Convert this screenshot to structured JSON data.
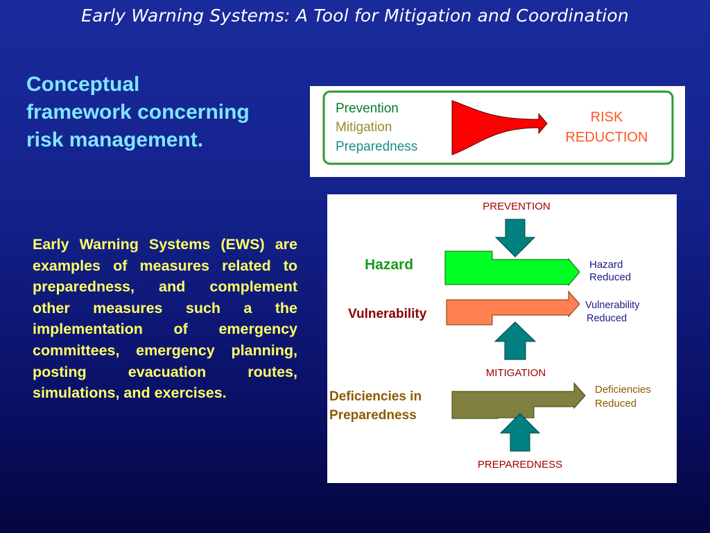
{
  "slide": {
    "title": "Early Warning Systems: A Tool for Mitigation and Coordination",
    "heading_lines": [
      "Conceptual",
      "framework concerning",
      "risk management."
    ],
    "body": "Early Warning Systems (EWS) are examples of measures related to preparedness, and complement other measures such a the implementation of emergency committees, emergency planning, posting evacuation routes, simulations, and exercises."
  },
  "diagram_top": {
    "measures": [
      "Prevention",
      "Mitigation",
      "Preparedness"
    ],
    "result_lines": [
      "RISK",
      "REDUCTION"
    ],
    "colors": {
      "border": "#2e9a2e",
      "prevention": "#0a7a2a",
      "mitigation": "#9a8a2a",
      "preparedness": "#1a8a8a",
      "funnel": "#ff0000",
      "result": "#ff5522"
    }
  },
  "diagram_bottom": {
    "prevention_label": "PREVENTION",
    "mitigation_label": "MITIGATION",
    "preparedness_label": "PREPAREDNESS",
    "hazard_label": "Hazard",
    "hazard_reduced_lines": [
      "Hazard",
      "Reduced"
    ],
    "vulnerability_label": "Vulnerability",
    "vulnerability_reduced_lines": [
      "Vulnerability",
      "Reduced"
    ],
    "deficiencies_label_lines": [
      "Deficiencies in",
      "Preparedness"
    ],
    "deficiencies_reduced_lines": [
      "Deficiencies",
      "Reduced"
    ],
    "colors": {
      "hazard": "#00ff22",
      "vulnerability": "#ff8050",
      "deficiencies": "#808040",
      "action_arrow": "#008080",
      "hazard_text": "#1a9a1a",
      "vulnerability_text": "#8b0000",
      "deficiencies_text": "#8b5a00",
      "caption_text": "#a00000",
      "reduced_text": "#1a1a8a",
      "deficiencies_reduced_text": "#8b5a00"
    }
  }
}
